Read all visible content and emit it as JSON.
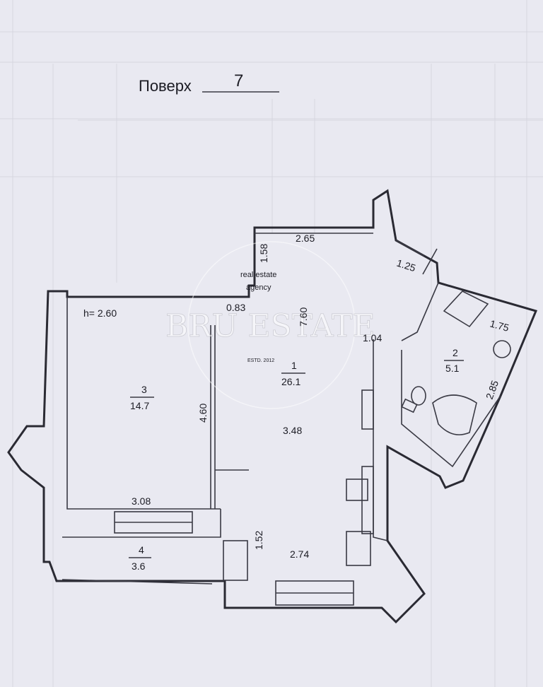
{
  "header": {
    "floor_label": "Поверх",
    "floor_number": "7"
  },
  "watermark": {
    "brand": "BRU ESTATE",
    "line1": "real estate",
    "line2": "agency",
    "since": "ESTD. 2012"
  },
  "height_note": "h= 2.60",
  "rooms": [
    {
      "id": "room-1",
      "number": "1",
      "area": "26.1"
    },
    {
      "id": "room-2",
      "number": "2",
      "area": "5.1"
    },
    {
      "id": "room-3",
      "number": "3",
      "area": "14.7"
    },
    {
      "id": "room-4",
      "number": "4",
      "area": "3.6"
    }
  ],
  "dimensions": {
    "d_2_65": "2.65",
    "d_1_58": "1.58",
    "d_1_25": "1.25",
    "d_0_83": "0.83",
    "d_7_60": "7.60",
    "d_1_04": "1.04",
    "d_1_75": "1.75",
    "d_2_85": "2.85",
    "d_4_60": "4.60",
    "d_3_48": "3.48",
    "d_3_08": "3.08",
    "d_1_52": "1.52",
    "d_2_74": "2.74"
  }
}
